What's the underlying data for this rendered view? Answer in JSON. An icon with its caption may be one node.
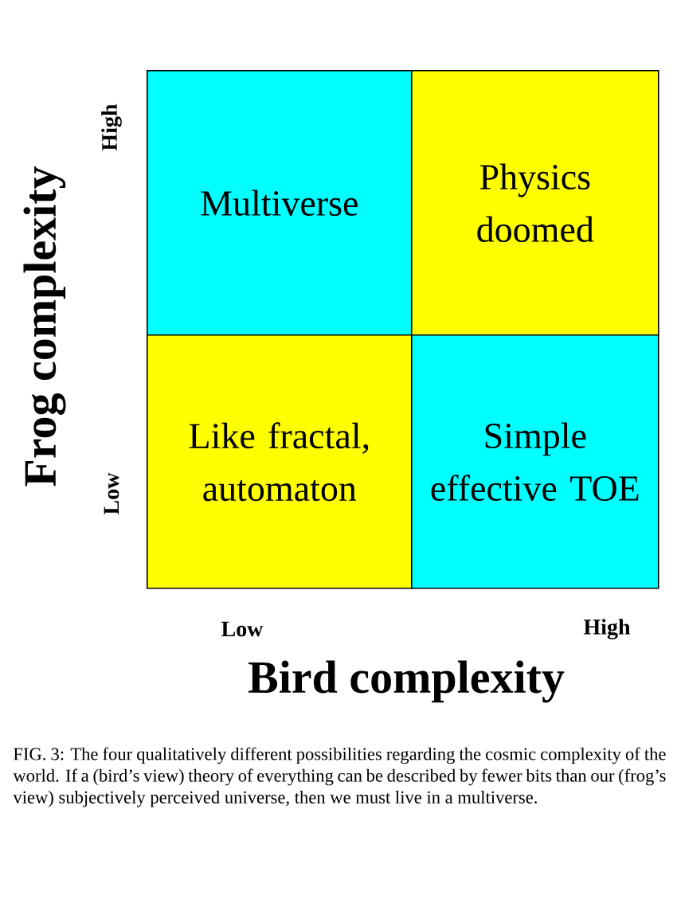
{
  "diagram": {
    "caption": "FIG. 3: The four qualitatively different possibilities regarding the cosmic complexity of the world. If a (bird’s view) theory of everything can be described by fewer bits than our (frog’s view) subjectively perceived universe, then we must live in a multiverse.",
    "nodes": [
      {
        "text": [
          "Multiverse"
        ]
      },
      {
        "text": [
          "Physics doomed"
        ]
      },
      {
        "text": [
          "Like fractal, automaton"
        ]
      },
      {
        "text": [
          "Simple effective TOE"
        ]
      }
    ],
    "labels": [
      "Frog complexity",
      "High",
      "Low",
      "Low",
      "High",
      "Bird complexity"
    ]
  }
}
